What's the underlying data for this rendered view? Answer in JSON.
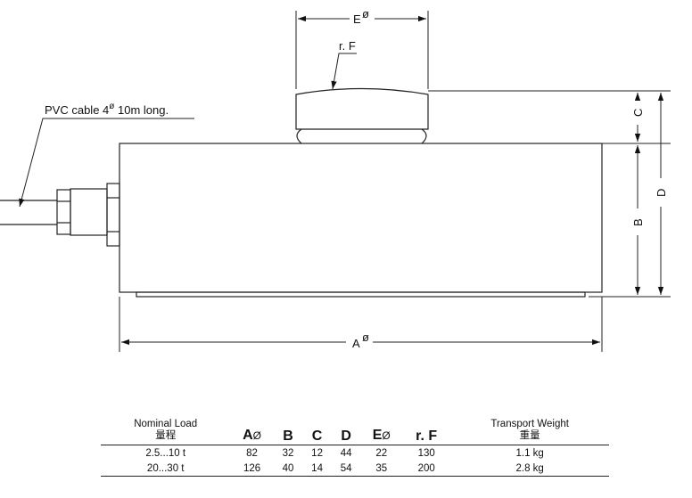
{
  "drawing": {
    "label_E": "E",
    "label_rF": "r. F",
    "label_C": "C",
    "label_D": "D",
    "label_B": "B",
    "label_A": "A",
    "diameter_symbol": "ø",
    "cable_note_pre": "PVC cable 4",
    "cable_note_post": " 10m long."
  },
  "table": {
    "headers": {
      "load_en": "Nominal Load",
      "load_cn": "量程",
      "a": "A",
      "b": "B",
      "c": "C",
      "d": "D",
      "e": "E",
      "rf": "r. F",
      "weight_en": "Transport Weight",
      "weight_cn": "重量",
      "diam": "Ø"
    },
    "rows": [
      {
        "load": "2.5...10 t",
        "a": "82",
        "b": "32",
        "c": "12",
        "d": "44",
        "e": "22",
        "rf": "130",
        "weight": "1.1 kg"
      },
      {
        "load": "20...30 t",
        "a": "126",
        "b": "40",
        "c": "14",
        "d": "54",
        "e": "35",
        "rf": "200",
        "weight": "2.8 kg"
      }
    ]
  }
}
